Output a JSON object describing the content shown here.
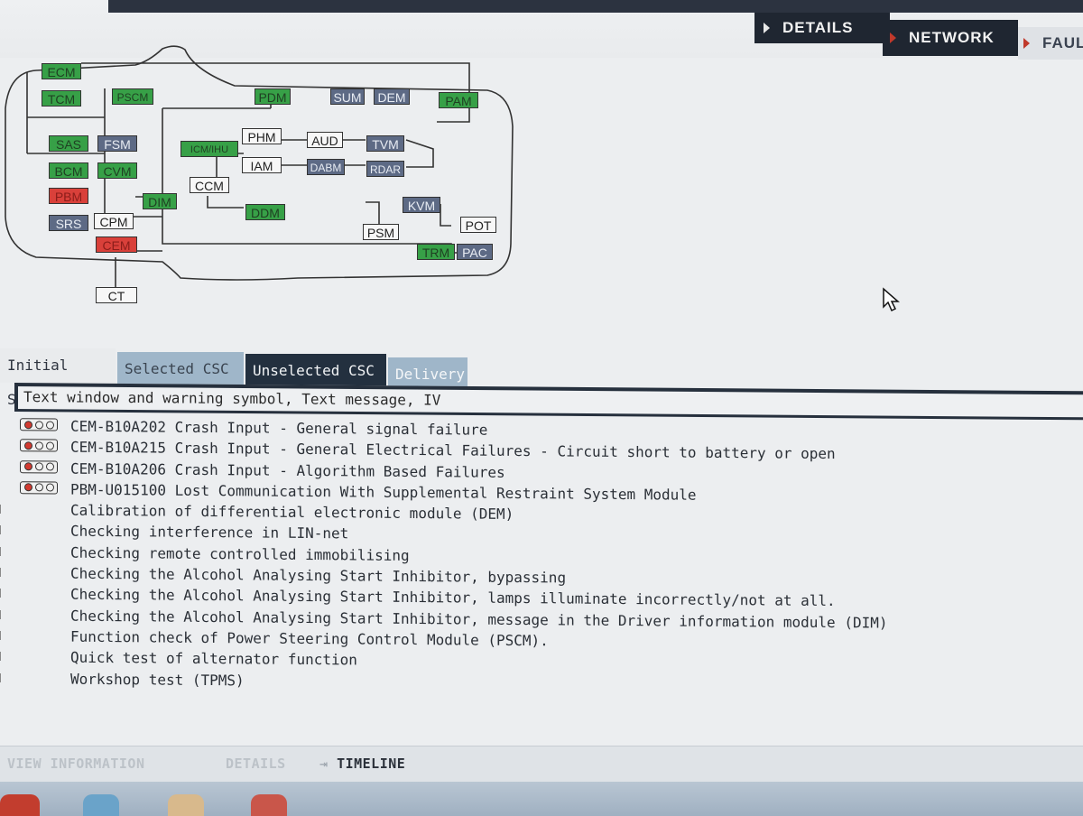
{
  "topnav": {
    "details": "DETAILS",
    "network": "NETWORK",
    "fault": "FAUL"
  },
  "network": {
    "modules": [
      {
        "id": "ECM",
        "label": "ECM",
        "status": "ok"
      },
      {
        "id": "TCM",
        "label": "TCM",
        "status": "ok"
      },
      {
        "id": "PSCM",
        "label": "PSCM",
        "status": "ok"
      },
      {
        "id": "PDM",
        "label": "PDM",
        "status": "ok"
      },
      {
        "id": "SUM",
        "label": "SUM",
        "status": "unreached"
      },
      {
        "id": "DEM",
        "label": "DEM",
        "status": "unreached"
      },
      {
        "id": "PAM",
        "label": "PAM",
        "status": "ok"
      },
      {
        "id": "SAS",
        "label": "SAS",
        "status": "ok"
      },
      {
        "id": "FSM",
        "label": "FSM",
        "status": "unreached"
      },
      {
        "id": "ICM",
        "label": "ICM/IHU",
        "status": "ok"
      },
      {
        "id": "PHM",
        "label": "PHM",
        "status": "none"
      },
      {
        "id": "AUD",
        "label": "AUD",
        "status": "none"
      },
      {
        "id": "TVM",
        "label": "TVM",
        "status": "unreached"
      },
      {
        "id": "BCM",
        "label": "BCM",
        "status": "ok"
      },
      {
        "id": "CVM",
        "label": "CVM",
        "status": "ok"
      },
      {
        "id": "IAM",
        "label": "IAM",
        "status": "none"
      },
      {
        "id": "DABM",
        "label": "DABM",
        "status": "unreached"
      },
      {
        "id": "RDAR",
        "label": "RDAR",
        "status": "unreached"
      },
      {
        "id": "PBM",
        "label": "PBM",
        "status": "fault"
      },
      {
        "id": "CCM",
        "label": "CCM",
        "status": "none"
      },
      {
        "id": "DIM",
        "label": "DIM",
        "status": "ok"
      },
      {
        "id": "DDM",
        "label": "DDM",
        "status": "ok"
      },
      {
        "id": "KVM",
        "label": "KVM",
        "status": "unreached"
      },
      {
        "id": "SRS",
        "label": "SRS",
        "status": "unreached"
      },
      {
        "id": "CPM",
        "label": "CPM",
        "status": "none"
      },
      {
        "id": "PSM",
        "label": "PSM",
        "status": "none"
      },
      {
        "id": "POT",
        "label": "POT",
        "status": "none"
      },
      {
        "id": "CEM",
        "label": "CEM",
        "status": "fault"
      },
      {
        "id": "TRM",
        "label": "TRM",
        "status": "ok"
      },
      {
        "id": "PAC",
        "label": "PAC",
        "status": "unreached"
      },
      {
        "id": "CT",
        "label": "CT",
        "status": "none"
      }
    ]
  },
  "tabs": [
    {
      "label": "Initial State"
    },
    {
      "label": "Selected CSC"
    },
    {
      "label": "Unselected CSC"
    },
    {
      "label": "Delivery"
    }
  ],
  "active_tab": "Unselected CSC",
  "header": "Text window and warning symbol, Text message, IV",
  "items": [
    {
      "text": "CEM-B10A202 Crash Input - General signal failure",
      "dtc": true
    },
    {
      "text": "CEM-B10A215 Crash Input - General Electrical Failures - Circuit short to battery or open",
      "dtc": true
    },
    {
      "text": "CEM-B10A206 Crash Input - Algorithm Based Failures",
      "dtc": true
    },
    {
      "text": "PBM-U015100 Lost Communication With Supplemental Restraint System Module",
      "dtc": true
    },
    {
      "text": "Calibration of differential electronic module (DEM)",
      "dtc": false
    },
    {
      "text": "Checking interference in LIN-net",
      "dtc": false
    },
    {
      "text": "Checking remote controlled immobilising",
      "dtc": false
    },
    {
      "text": "Checking the Alcohol Analysing Start Inhibitor, bypassing",
      "dtc": false
    },
    {
      "text": "Checking the Alcohol Analysing Start Inhibitor, lamps illuminate incorrectly/not at all.",
      "dtc": false
    },
    {
      "text": "Checking the Alcohol Analysing Start Inhibitor, message in the Driver information module (DIM)",
      "dtc": false
    },
    {
      "text": "Function check of Power Steering Control Module (PSCM).",
      "dtc": false
    },
    {
      "text": "Quick test of alternator function",
      "dtc": false
    },
    {
      "text": "Workshop test (TPMS)",
      "dtc": false
    }
  ],
  "bottomnav": {
    "view_information": "VIEW INFORMATION",
    "details": "DETAILS",
    "timeline": "TIMELINE"
  },
  "colors": {
    "ok": "#37a047",
    "unreached": "#5d6a85",
    "fault": "#d9403a",
    "none": "#f7f7f7",
    "active_tab": "#23303f",
    "inactive_tab": "#9fb6c9"
  }
}
